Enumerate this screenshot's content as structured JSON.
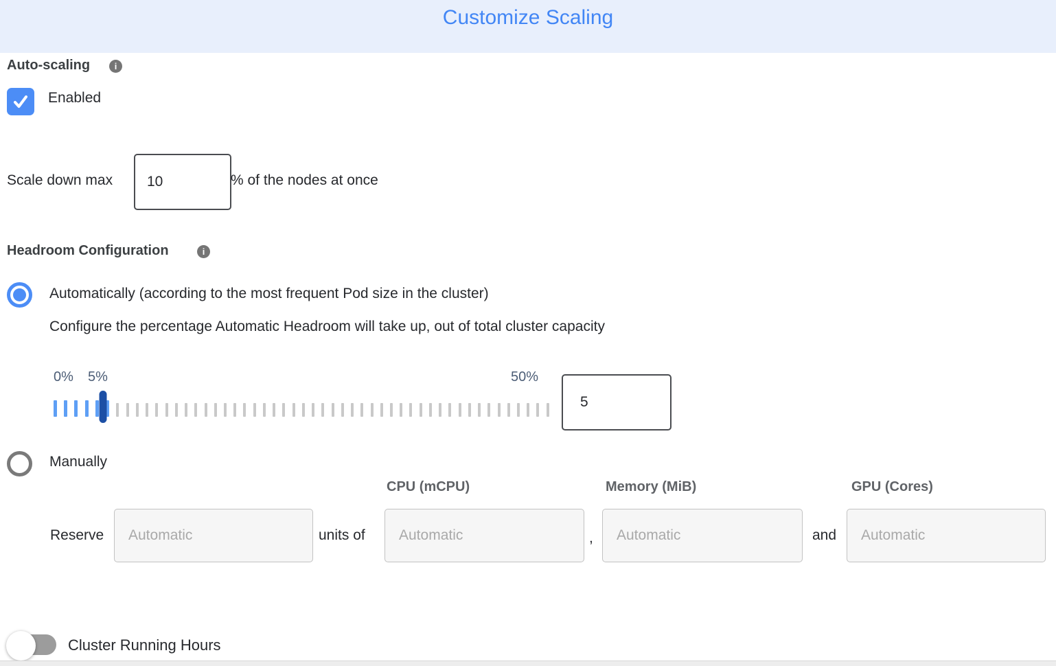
{
  "header": {
    "title": "Customize Scaling"
  },
  "auto_scaling": {
    "section_label": "Auto-scaling",
    "enabled_label": "Enabled",
    "enabled_checked": true,
    "scale_down": {
      "label": "Scale down max",
      "value": "10",
      "suffix": "% of the nodes at once"
    }
  },
  "headroom": {
    "section_label": "Headroom Configuration",
    "automatic": {
      "label": "Automatically (according to the most frequent Pod size in the cluster)",
      "selected": true,
      "description": "Configure the percentage Automatic Headroom will take up, out of total cluster capacity",
      "slider": {
        "min_label": "0%",
        "current_label": "5%",
        "max_label": "50%",
        "value": "5",
        "tick_count": 51,
        "blue_tick_count": 6,
        "handle_index": 5
      }
    },
    "manual": {
      "label": "Manually",
      "selected": false,
      "reserve_label": "Reserve",
      "units_of_label": "units of",
      "comma_label": ",",
      "and_label": "and",
      "placeholder": "Automatic",
      "columns": [
        "CPU (mCPU)",
        "Memory (MiB)",
        "GPU (Cores)"
      ]
    }
  },
  "cluster_running_hours": {
    "label": "Cluster Running Hours",
    "enabled": false
  },
  "colors": {
    "title_blue": "#4286f5",
    "header_bg": "#e8effc",
    "control_blue": "#4c8df6",
    "tick_blue": "#5e9ff5",
    "handle_navy": "#1c4fa5",
    "tick_grey": "#c9c9c9",
    "slider_label_slate": "#4c5d76",
    "toggle_track_grey": "#9c9c9c"
  }
}
